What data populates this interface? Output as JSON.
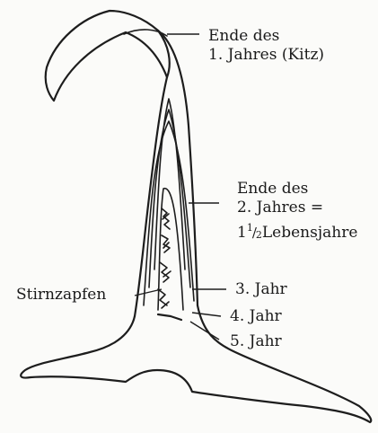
{
  "labels": {
    "end_year1_line1": "Ende des",
    "end_year1_line2": "1. Jahres (Kitz)",
    "end_year2_line1": "Ende des",
    "end_year2_line2": "2. Jahres =",
    "end_year2_whole": "1",
    "end_year2_num": "1",
    "end_year2_slash": "/",
    "end_year2_den": "2",
    "end_year2_rest": "Lebensjahre",
    "stirnzapfen": "Stirnzapfen",
    "year3": "3. Jahr",
    "year4": "4. Jahr",
    "year5": "5. Jahr"
  },
  "colors": {
    "ink": "#1d1d1d",
    "paper": "#fbfbf9"
  }
}
